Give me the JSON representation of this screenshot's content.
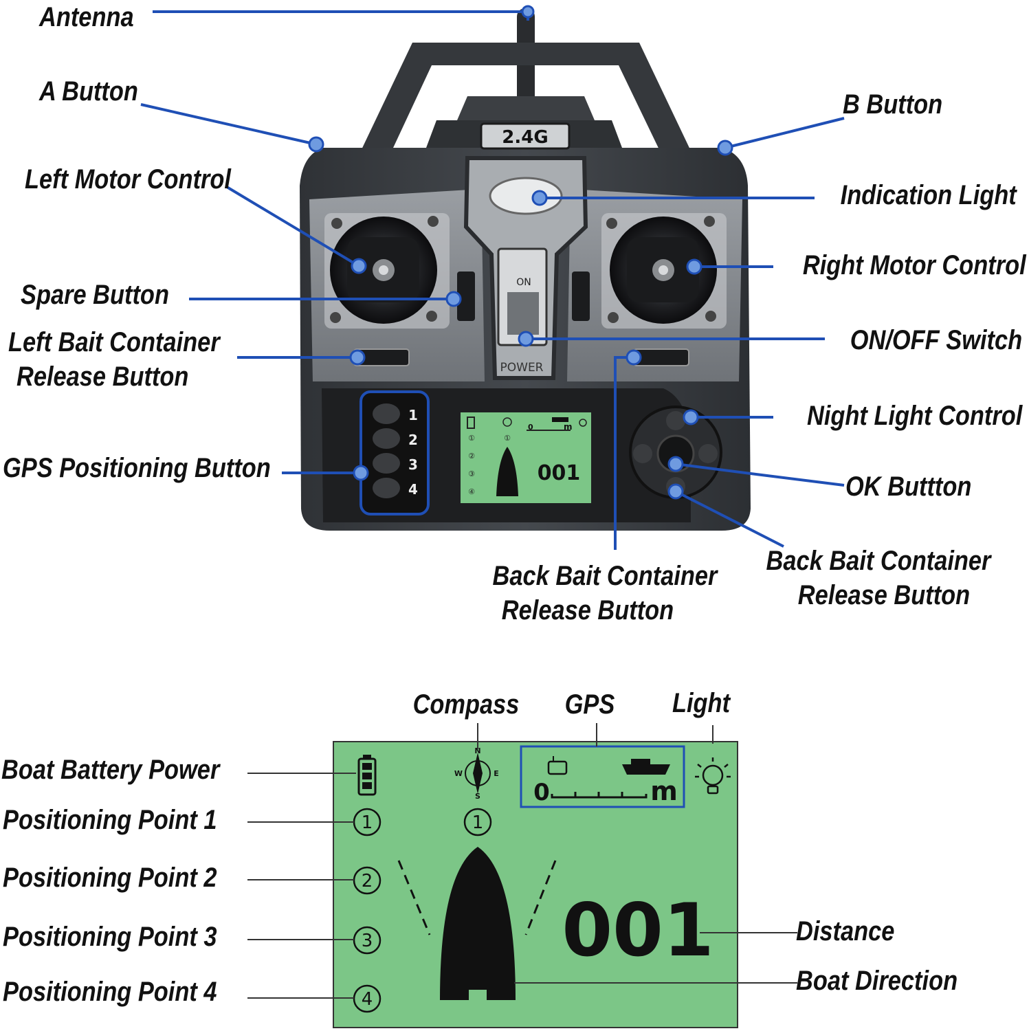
{
  "remote": {
    "badge": "2.4G",
    "switch_on": "ON",
    "power_label": "POWER",
    "gps_buttons": [
      "1",
      "2",
      "3",
      "4"
    ],
    "mini_screen": {
      "distance": "001",
      "scale_zero": "0",
      "scale_unit": "m"
    }
  },
  "remote_labels": {
    "antenna": "Antenna",
    "a_button": "A Button",
    "b_button": "B Button",
    "left_motor": "Left Motor Control",
    "indication_light": "Indication Light",
    "right_motor": "Right Motor Control",
    "spare_button": "Spare Button",
    "on_off_switch": "ON/OFF Switch",
    "left_bait_1": "Left Bait Container",
    "left_bait_2": "Release Button",
    "night_light": "Night Light Control",
    "gps_positioning": "GPS Positioning Button",
    "ok_button": "OK Buttton",
    "back_bait_left_1": "Back Bait Container",
    "back_bait_left_2": "Release Button",
    "back_bait_right_1": "Back Bait Container",
    "back_bait_right_2": "Release Button"
  },
  "screen_labels": {
    "compass": "Compass",
    "gps": "GPS",
    "light": "Light",
    "battery": "Boat Battery Power",
    "point1": "Positioning Point 1",
    "point2": "Positioning Point 2",
    "point3": "Positioning Point 3",
    "point4": "Positioning Point 4",
    "distance": "Distance",
    "direction": "Boat Direction"
  },
  "screen": {
    "distance": "001",
    "scale_zero": "0",
    "scale_unit": "m",
    "compass_n": "N",
    "compass_s": "S",
    "compass_e": "E",
    "compass_w": "W",
    "points": [
      "1",
      "2",
      "3",
      "4"
    ],
    "compass_point": "1"
  },
  "colors": {
    "callout": "#1f4fb5",
    "dot": "#6f9be0",
    "lcd": "#7cc687",
    "body": "#3a3d41"
  }
}
